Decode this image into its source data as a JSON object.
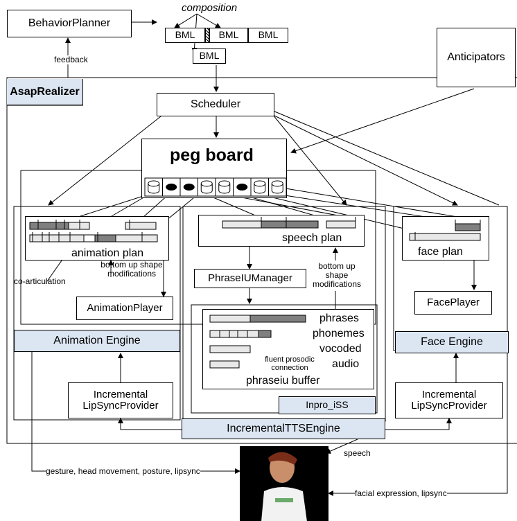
{
  "top": {
    "behavior_planner": "BehaviorPlanner",
    "composition": "composition",
    "bml": "BML",
    "feedback": "feedback",
    "anticipators": "Anticipators"
  },
  "realizer": {
    "title": "AsapRealizer",
    "scheduler": "Scheduler",
    "peg_board": "peg board"
  },
  "animation": {
    "plan": "animation plan",
    "coarticulation": "co-articulation",
    "shape_mod": "bottom up shape modifications",
    "player": "AnimationPlayer",
    "engine": "Animation Engine"
  },
  "speech": {
    "plan": "speech plan",
    "phrase_iu_manager": "PhraseIUManager",
    "shape_mod": "bottom up shape modifications",
    "phrases": "phrases",
    "phonemes": "phonemes",
    "vocoded": "vocoded",
    "audio": "audio",
    "fluent": "fluent prosodic connection",
    "buffer": "phraseiu buffer",
    "inpro": "Inpro_iSS",
    "tts_engine": "IncrementalTTSEngine"
  },
  "face": {
    "plan": "face plan",
    "player": "FacePlayer",
    "engine": "Face Engine"
  },
  "lipsync": {
    "left": "Incremental LipSyncProvider",
    "right": "Incremental LipSyncProvider"
  },
  "outputs": {
    "speech": "speech",
    "gesture": "gesture, head movement, posture, lipsync",
    "facial": "facial expression, lipsync"
  },
  "colors": {
    "engine_fill": "#dce6f2",
    "bar_fill": "#808080",
    "bar_light": "#e8e8e8"
  }
}
